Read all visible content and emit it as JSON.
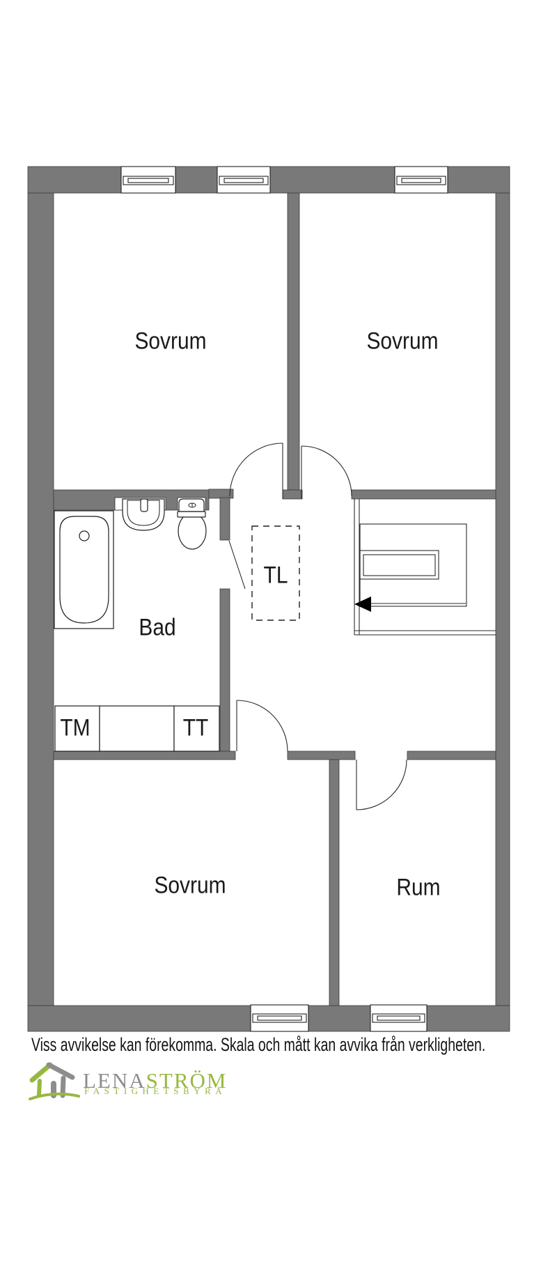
{
  "floorplan": {
    "rooms": [
      {
        "id": "sovrum-top-left",
        "label": "Sovrum"
      },
      {
        "id": "sovrum-top-right",
        "label": "Sovrum"
      },
      {
        "id": "bad",
        "label": "Bad"
      },
      {
        "id": "tl",
        "label": "TL"
      },
      {
        "id": "tm",
        "label": "TM"
      },
      {
        "id": "tt",
        "label": "TT"
      },
      {
        "id": "sovrum-bottom",
        "label": "Sovrum"
      },
      {
        "id": "rum",
        "label": "Rum"
      }
    ],
    "colors": {
      "wall": "#797979",
      "line": "#2a2a2a",
      "label": "#1a1a1a"
    }
  },
  "disclaimer": {
    "text": "Viss avvikelse kan förekomma. Skala och mått kan avvika från verkligheten."
  },
  "logo": {
    "name_primary": "LENA",
    "name_secondary": "STRÖM",
    "tagline": "FASTIGHETSBYRÅ",
    "green": "#97b840",
    "gray": "#8d8d8d"
  }
}
